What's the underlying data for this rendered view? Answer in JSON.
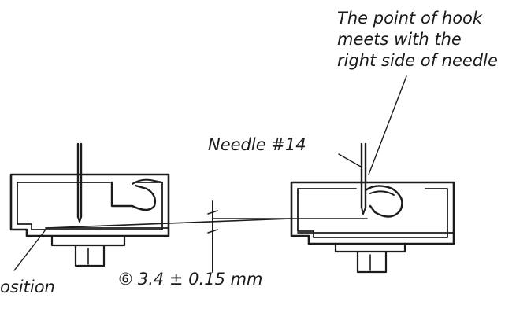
{
  "labels": {
    "hook_point_line1": "The point of hook",
    "hook_point_line2": "meets with the",
    "hook_point_line3": "right side of needle",
    "needle": "Needle #14",
    "position_left": "osition",
    "dimension_number": "⑥",
    "dimension_value": "3.4 ± 0.15 mm"
  }
}
